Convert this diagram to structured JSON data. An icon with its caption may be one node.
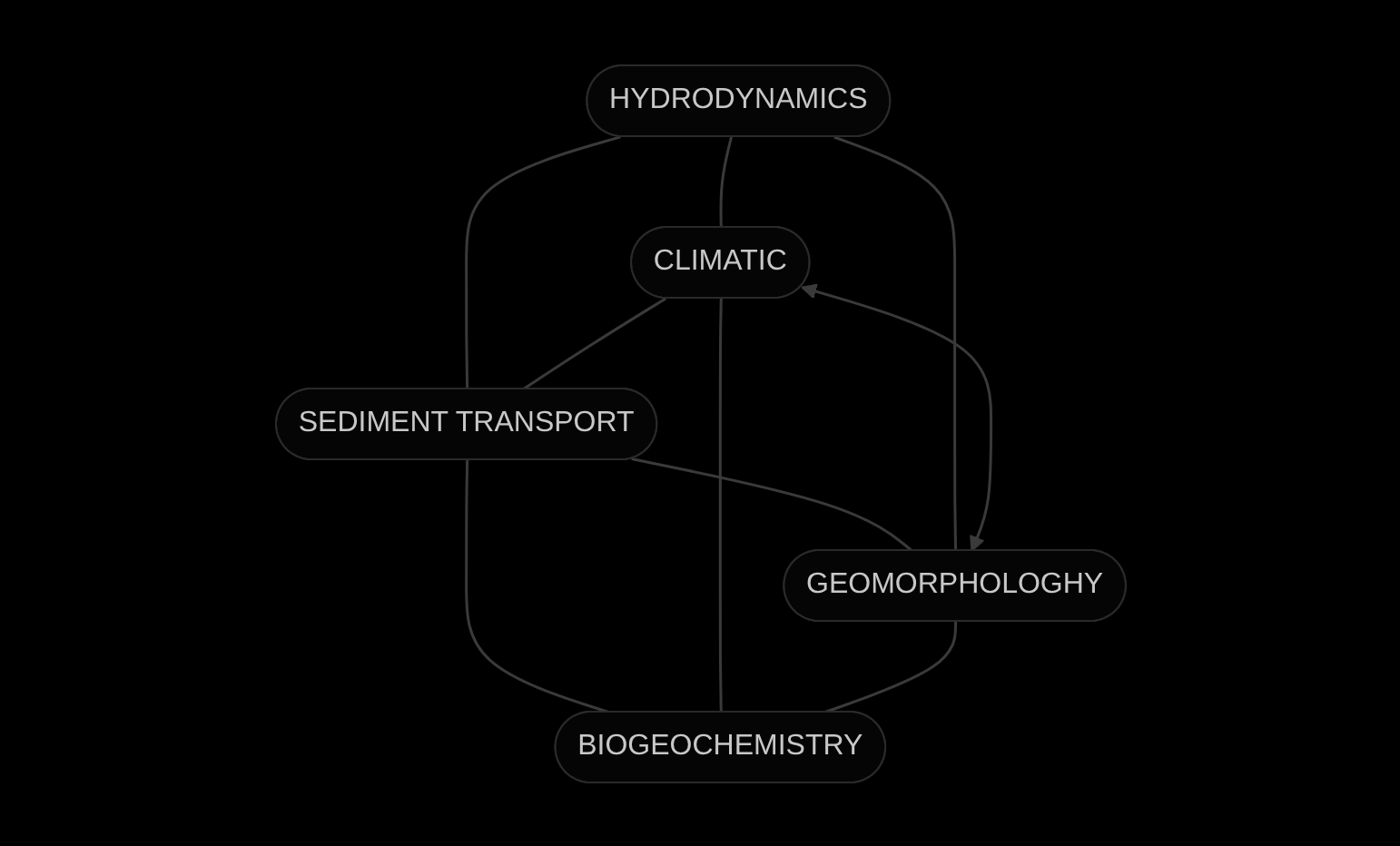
{
  "diagram": {
    "nodes": [
      {
        "text": [
          "HYDRODYNAMICS"
        ]
      },
      {
        "text": [
          "CLIMATIC"
        ]
      },
      {
        "text": [
          "SEDIMENT TRANSPORT"
        ]
      },
      {
        "text": [
          "GEOMORPHOLOGHY"
        ]
      },
      {
        "text": [
          "BIOGEOCHEMISTRY"
        ]
      }
    ],
    "edges": [
      {
        "from": 0,
        "to": 2,
        "arrow": "none"
      },
      {
        "from": 1,
        "to": 2,
        "arrow": "none"
      },
      {
        "from": 2,
        "to": 3,
        "arrow": "none"
      },
      {
        "from": 2,
        "to": 4,
        "arrow": "none"
      },
      {
        "from": 0,
        "to": 1,
        "arrow": "none"
      },
      {
        "from": 0,
        "to": 3,
        "arrow": "none"
      },
      {
        "from": 1,
        "to": 4,
        "arrow": "none"
      },
      {
        "from": 3,
        "to": 4,
        "arrow": "none"
      },
      {
        "from": 1,
        "to": 3,
        "arrow": "both"
      }
    ]
  }
}
